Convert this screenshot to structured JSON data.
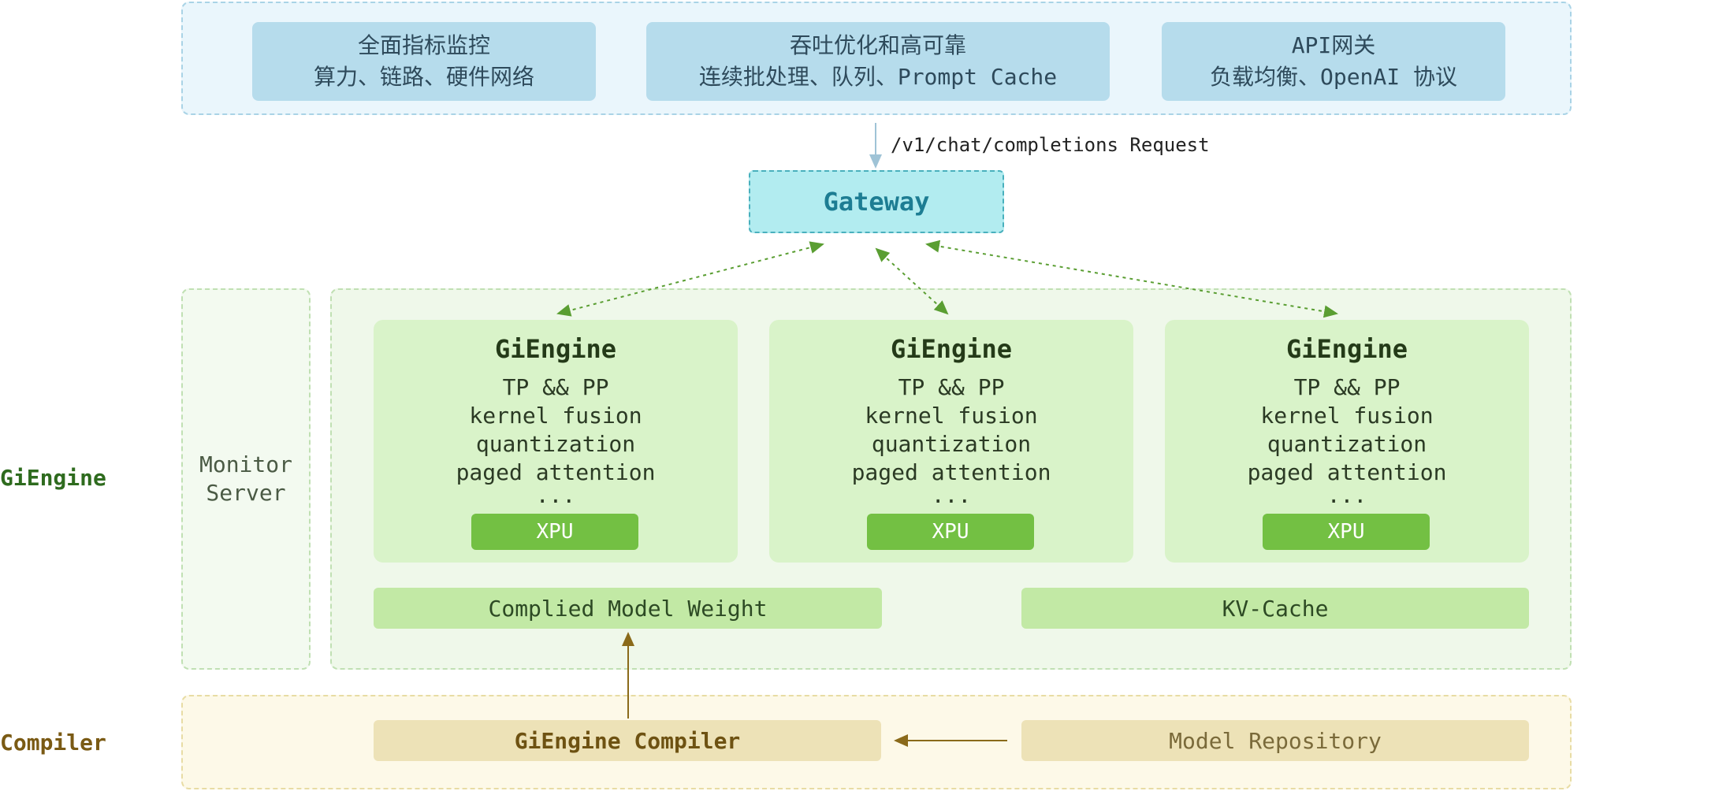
{
  "top_boxes": [
    {
      "line1": "全面指标监控",
      "line2": "算力、链路、硬件网络"
    },
    {
      "line1": "吞吐优化和高可靠",
      "line2": "连续批处理、队列、Prompt Cache"
    },
    {
      "line1": "API网关",
      "line2": "负载均衡、OpenAI 协议"
    }
  ],
  "request_label": "/v1/chat/completions Request",
  "gateway": "Gateway",
  "section_labels": {
    "engine": "GiEngine",
    "compiler": "Compiler"
  },
  "monitor": {
    "line1": "Monitor",
    "line2": "Server"
  },
  "engines": [
    {
      "title": "GiEngine",
      "features": [
        "TP && PP",
        "kernel fusion",
        "quantization",
        "paged attention",
        "..."
      ],
      "hardware": "XPU"
    },
    {
      "title": "GiEngine",
      "features": [
        "TP && PP",
        "kernel fusion",
        "quantization",
        "paged attention",
        "..."
      ],
      "hardware": "XPU"
    },
    {
      "title": "GiEngine",
      "features": [
        "TP && PP",
        "kernel fusion",
        "quantization",
        "paged attention",
        "..."
      ],
      "hardware": "XPU"
    }
  ],
  "weights_label": "Complied Model Weight",
  "kv_cache_label": "KV-Cache",
  "compiler_label": "GiEngine Compiler",
  "repository_label": "Model Repository",
  "colors": {
    "gateway_arrow": "#5a9e32",
    "request_arrow": "#9fc3d6",
    "compiler_arrow": "#8a6a1a",
    "engine_label": "#2e6b1e",
    "compiler_text": "#7a5a14"
  }
}
